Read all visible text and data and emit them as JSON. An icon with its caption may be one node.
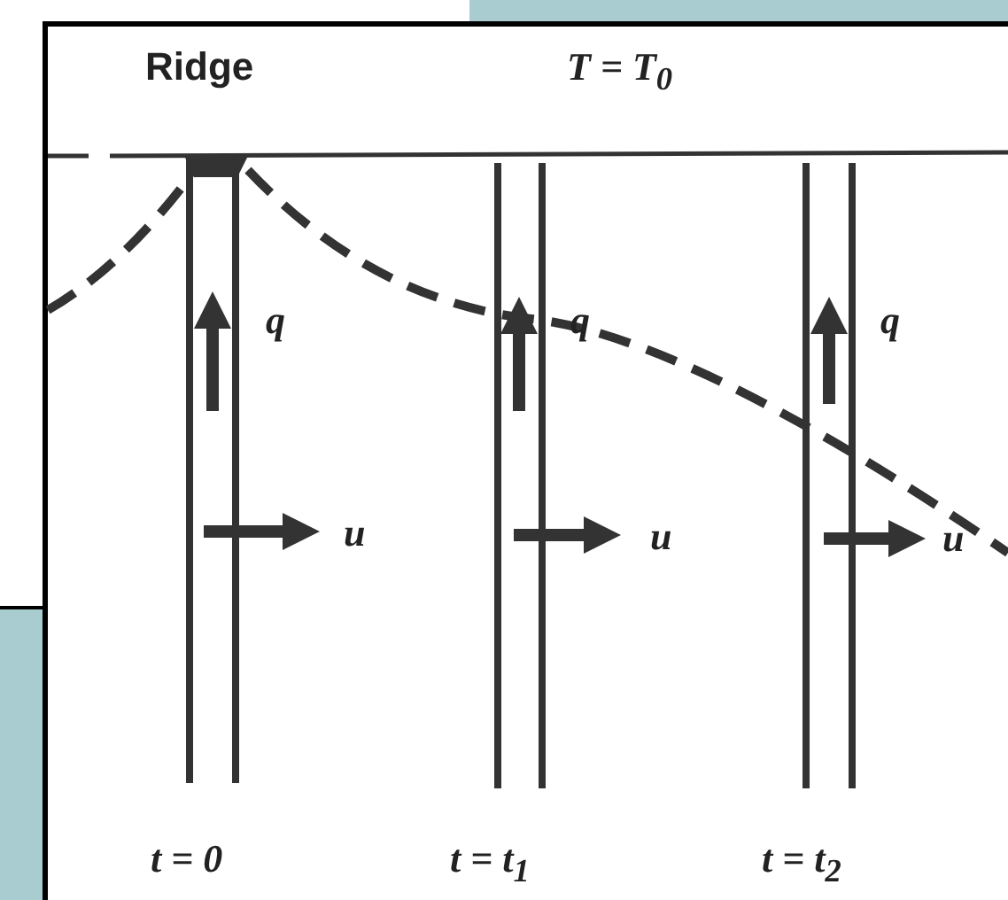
{
  "diagram": {
    "labels": [
      "Ridge",
      "T = T$_{0}$",
      "q",
      "q",
      "q",
      "u",
      "u",
      "u",
      "t = 0",
      "t = t$_{1}$",
      "t = t$_{2}$"
    ]
  }
}
